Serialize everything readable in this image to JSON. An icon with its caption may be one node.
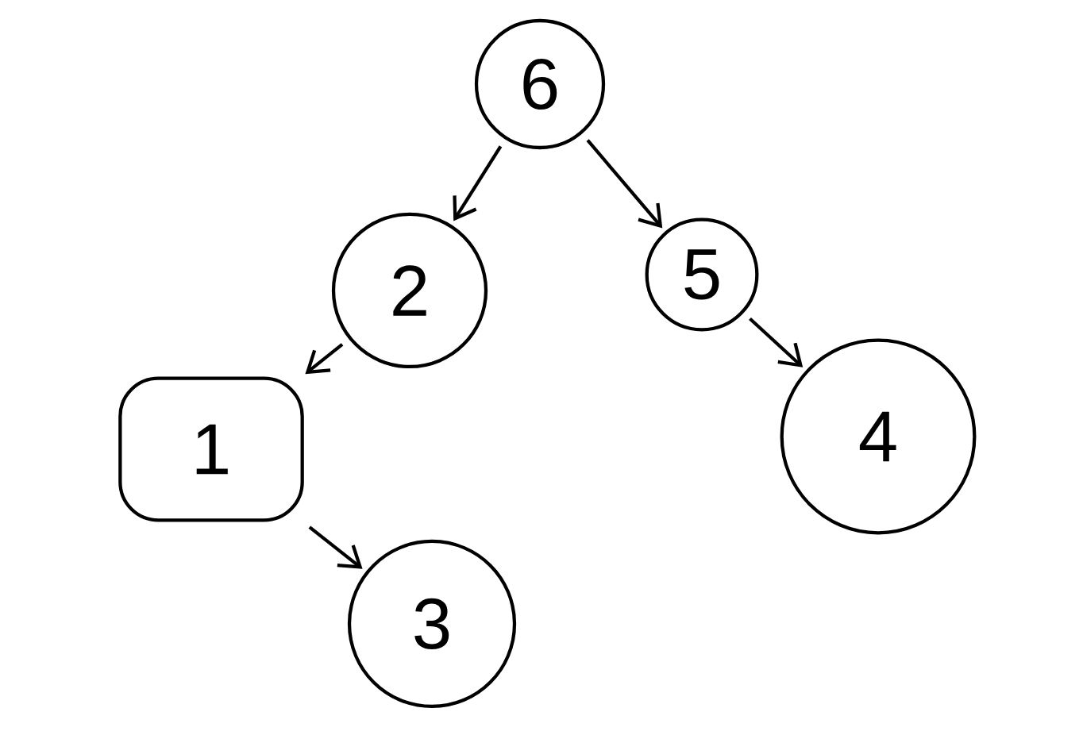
{
  "diagram": {
    "nodes": [
      {
        "text": [
          "6"
        ]
      },
      {
        "text": [
          "2"
        ]
      },
      {
        "text": [
          "5"
        ]
      },
      {
        "text": [
          "1"
        ]
      },
      {
        "text": [
          "4"
        ]
      },
      {
        "text": [
          "3"
        ]
      }
    ],
    "edges": [
      {
        "from": 0,
        "to": 1,
        "arrow": "to"
      },
      {
        "from": 0,
        "to": 2,
        "arrow": "to"
      },
      {
        "from": 1,
        "to": 3,
        "arrow": "to"
      },
      {
        "from": 2,
        "to": 4,
        "arrow": "to"
      },
      {
        "from": 3,
        "to": 5,
        "arrow": "to"
      }
    ]
  }
}
